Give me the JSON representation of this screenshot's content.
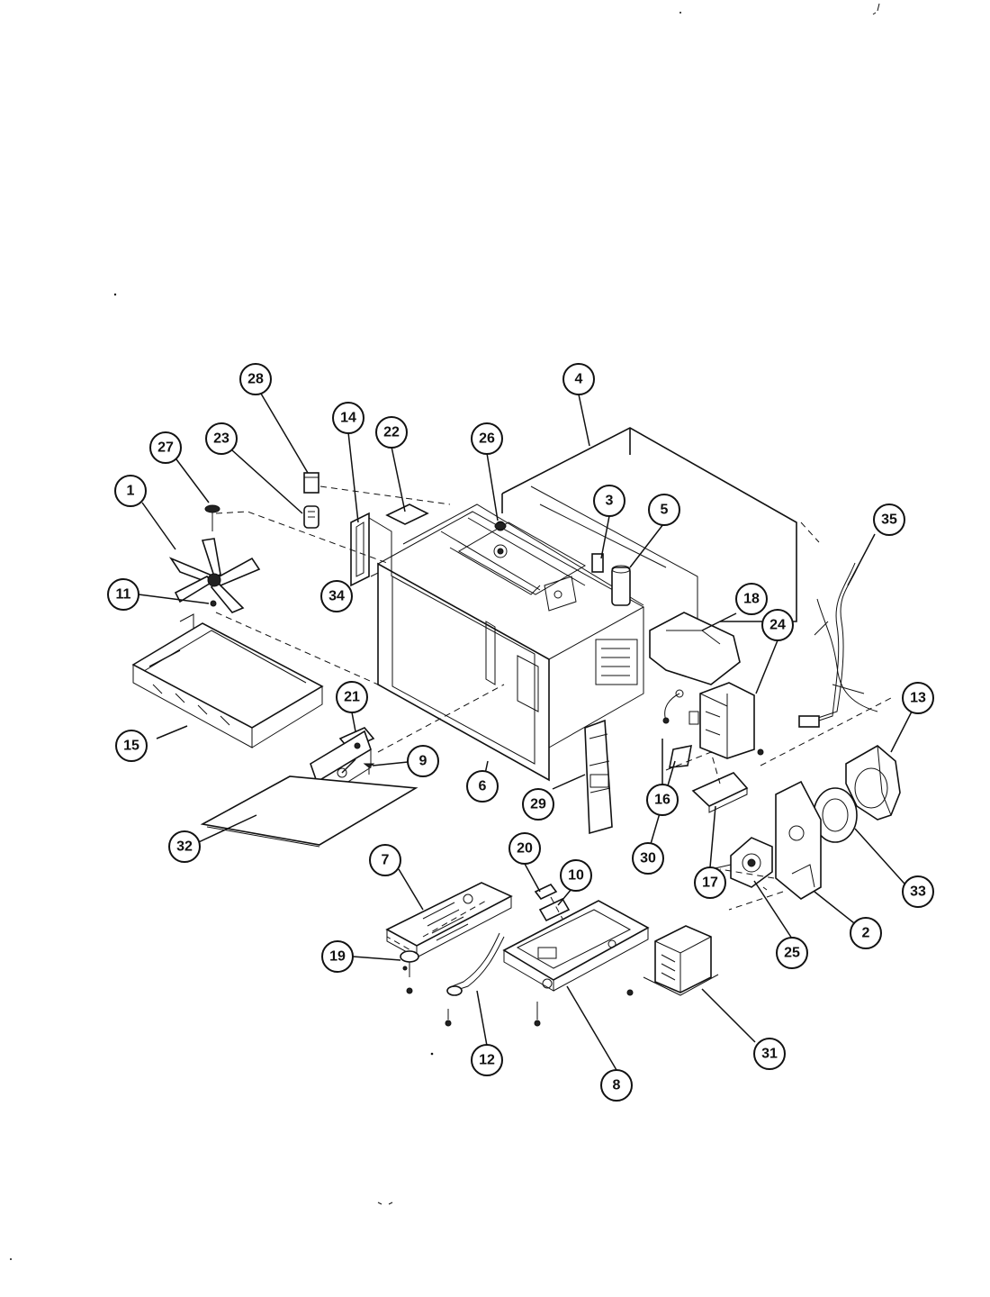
{
  "callouts": [
    {
      "id": "p1",
      "label": "1"
    },
    {
      "id": "p2",
      "label": "2"
    },
    {
      "id": "p3",
      "label": "3"
    },
    {
      "id": "p4",
      "label": "4"
    },
    {
      "id": "p5",
      "label": "5"
    },
    {
      "id": "p6",
      "label": "6"
    },
    {
      "id": "p7",
      "label": "7"
    },
    {
      "id": "p8",
      "label": "8"
    },
    {
      "id": "p9",
      "label": "9"
    },
    {
      "id": "p10",
      "label": "10"
    },
    {
      "id": "p11",
      "label": "11"
    },
    {
      "id": "p12",
      "label": "12"
    },
    {
      "id": "p13",
      "label": "13"
    },
    {
      "id": "p14",
      "label": "14"
    },
    {
      "id": "p15",
      "label": "15"
    },
    {
      "id": "p16",
      "label": "16"
    },
    {
      "id": "p17",
      "label": "17"
    },
    {
      "id": "p18",
      "label": "18"
    },
    {
      "id": "p19",
      "label": "19"
    },
    {
      "id": "p20",
      "label": "20"
    },
    {
      "id": "p21",
      "label": "21"
    },
    {
      "id": "p22",
      "label": "22"
    },
    {
      "id": "p23",
      "label": "23"
    },
    {
      "id": "p24",
      "label": "24"
    },
    {
      "id": "p25",
      "label": "25"
    },
    {
      "id": "p26",
      "label": "26"
    },
    {
      "id": "p27",
      "label": "27"
    },
    {
      "id": "p28",
      "label": "28"
    },
    {
      "id": "p29",
      "label": "29"
    },
    {
      "id": "p30",
      "label": "30"
    },
    {
      "id": "p31",
      "label": "31"
    },
    {
      "id": "p32",
      "label": "32"
    },
    {
      "id": "p33",
      "label": "33"
    },
    {
      "id": "p34",
      "label": "34"
    },
    {
      "id": "p35",
      "label": "35"
    }
  ]
}
